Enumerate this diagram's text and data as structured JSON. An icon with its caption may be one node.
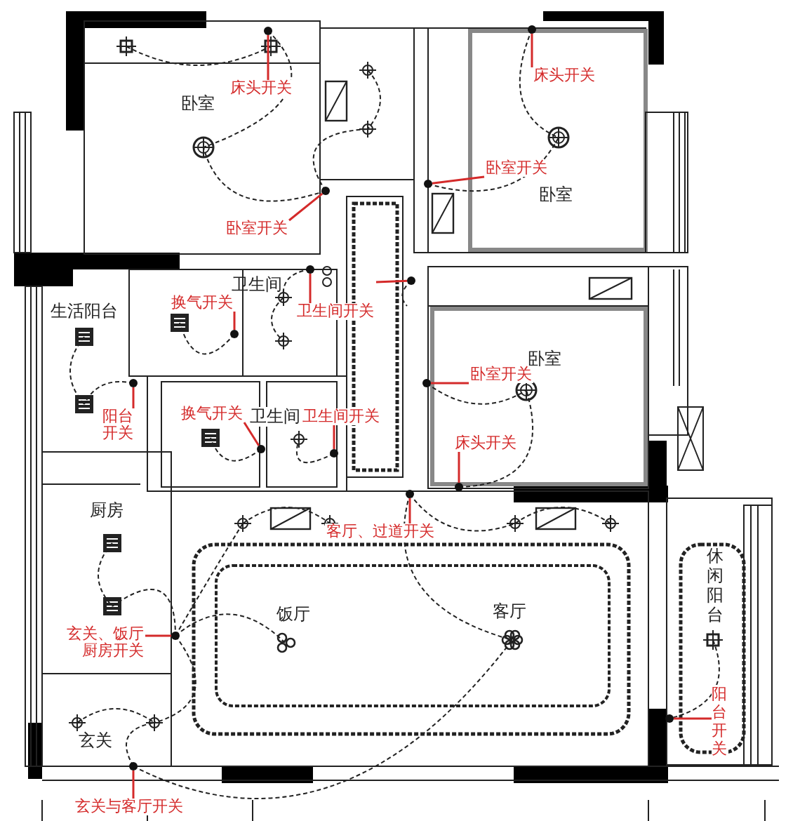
{
  "diagram": {
    "nodes": [
      {
        "text": [
          "床头开关"
        ]
      },
      {
        "text": [],
        "shape": "circle"
      },
      {
        "text": [
          "卧室开关"
        ]
      },
      {
        "text": [],
        "shape": "circle"
      },
      {
        "text": [
          "床头开关"
        ]
      },
      {
        "text": [],
        "shape": "circle"
      },
      {
        "text": [
          "卧室开关"
        ]
      },
      {
        "text": [],
        "shape": "circle"
      },
      {
        "text": [
          "换气开关"
        ]
      },
      {
        "text": [],
        "shape": "circle"
      },
      {
        "text": [
          "卫生间开关"
        ]
      },
      {
        "text": [],
        "shape": "circle"
      },
      {
        "text": [],
        "shape": "circle"
      },
      {
        "text": [
          "阳台开关"
        ]
      },
      {
        "text": [],
        "shape": "circle"
      },
      {
        "text": [
          "换气开关"
        ]
      },
      {
        "text": [],
        "shape": "circle"
      },
      {
        "text": [
          "卫生间开关"
        ]
      },
      {
        "text": [],
        "shape": "circle"
      },
      {
        "text": [
          "卧室开关"
        ]
      },
      {
        "text": [],
        "shape": "circle"
      },
      {
        "text": [
          "床头开关"
        ]
      },
      {
        "text": [],
        "shape": "circle"
      },
      {
        "text": [
          "客厅、过道开关"
        ]
      },
      {
        "text": [],
        "shape": "circle"
      },
      {
        "text": [
          "玄关、饭厅厨房开关"
        ]
      },
      {
        "text": [],
        "shape": "circle"
      },
      {
        "text": [
          "阳台开关"
        ]
      },
      {
        "text": [],
        "shape": "circle"
      },
      {
        "text": [
          "玄关与客厅开关"
        ]
      },
      {
        "text": [],
        "shape": "circle"
      }
    ],
    "edges": [
      {
        "from": 0,
        "to": 1,
        "arrow": "none"
      },
      {
        "from": 2,
        "to": 3,
        "arrow": "none"
      },
      {
        "from": 4,
        "to": 5,
        "arrow": "none"
      },
      {
        "from": 6,
        "to": 7,
        "arrow": "none"
      },
      {
        "from": 8,
        "to": 9,
        "arrow": "none"
      },
      {
        "from": 10,
        "to": 11,
        "arrow": "none"
      },
      {
        "from": null,
        "to": 12,
        "arrow": "none"
      },
      {
        "from": 13,
        "to": 14,
        "arrow": "none"
      },
      {
        "from": 15,
        "to": 16,
        "arrow": "none"
      },
      {
        "from": 17,
        "to": 18,
        "arrow": "none"
      },
      {
        "from": 19,
        "to": 20,
        "arrow": "none"
      },
      {
        "from": 21,
        "to": 22,
        "arrow": "none"
      },
      {
        "from": 23,
        "to": 24,
        "arrow": "none"
      },
      {
        "from": 25,
        "to": 26,
        "arrow": "none"
      },
      {
        "from": 27,
        "to": 28,
        "arrow": "none"
      },
      {
        "from": 29,
        "to": 30,
        "arrow": "none"
      }
    ],
    "labels": [
      "卧室",
      "卧室",
      "卫生间",
      "生活阳台",
      "卧室",
      "卫生间",
      "厨房",
      "休闲阳台",
      "饭厅",
      "客厅",
      "玄关"
    ]
  }
}
